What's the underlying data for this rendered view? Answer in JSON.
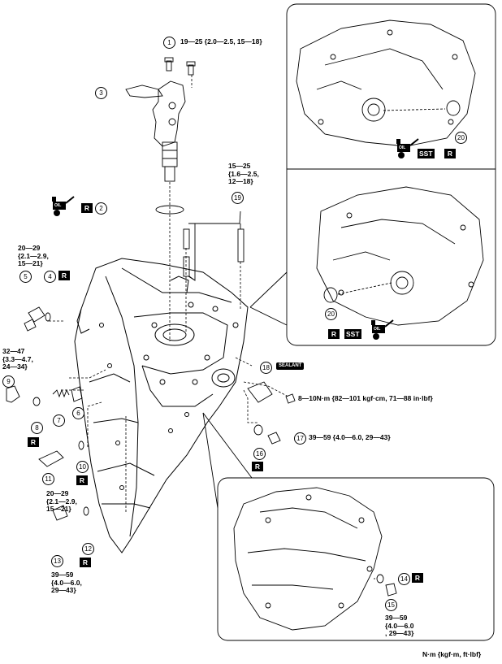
{
  "callouts": {
    "c1": "1",
    "c2": "2",
    "c3": "3",
    "c4": "4",
    "c5": "5",
    "c6": "6",
    "c7": "7",
    "c8": "8",
    "c9": "9",
    "c10": "10",
    "c11": "11",
    "c12": "12",
    "c13": "13",
    "c14": "14",
    "c15": "15",
    "c16": "16",
    "c17": "17",
    "c18": "18",
    "c19": "19",
    "c20a": "20",
    "c20b": "20"
  },
  "torques": {
    "t1": "19—25 {2.0—2.5, 15—18}",
    "t19": "15—25\n{1.6—2.5,\n12—18}",
    "t5": "20—29\n{2.1—2.9,\n15—21}",
    "t9": "32—47\n{3.3—4.7,\n24—34}",
    "t18": "8—10N·m {82—101 kgf·cm, 71—88 in·lbf}",
    "t17": "39—59 {4.0—6.0, 29—43}",
    "t11": "20—29\n{2.1—2.9,\n15—21}",
    "t13": "39—59\n{4.0—6.0,\n29—43}",
    "t15": "39—59\n{4.0—6.0\n, 29—43}"
  },
  "badges": {
    "r": "R",
    "sst": "SST",
    "sealant": "SEALANT",
    "oil": "OIL"
  },
  "units": "N·m {kgf·m, ft·lbf}"
}
